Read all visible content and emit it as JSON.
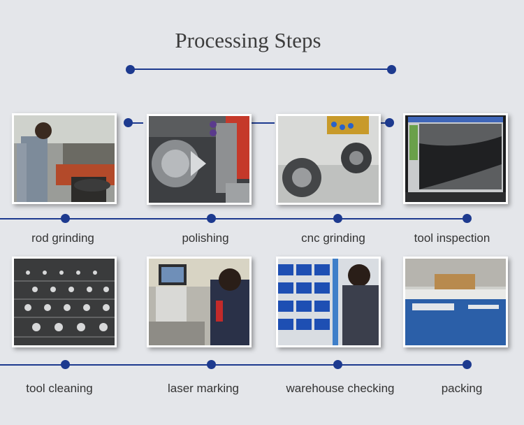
{
  "title": "Processing Steps",
  "steps": [
    {
      "label": "rod grinding",
      "image": "worker-at-grinding-machine-photo"
    },
    {
      "label": "polishing",
      "image": "polishing-wheel-photo"
    },
    {
      "label": "cnc grinding",
      "image": "cnc-grinder-photo"
    },
    {
      "label": "tool inspection",
      "image": "inspection-monitor-photo"
    },
    {
      "label": "tool cleaning",
      "image": "tool-rack-photo"
    },
    {
      "label": "laser marking",
      "image": "laser-marking-photo"
    },
    {
      "label": "warehouse checking",
      "image": "warehouse-bins-photo"
    },
    {
      "label": "packing",
      "image": "packing-machine-photo"
    }
  ],
  "colors": {
    "accent": "#1d3a8f",
    "background": "#e4e6ea",
    "text": "#333333"
  }
}
